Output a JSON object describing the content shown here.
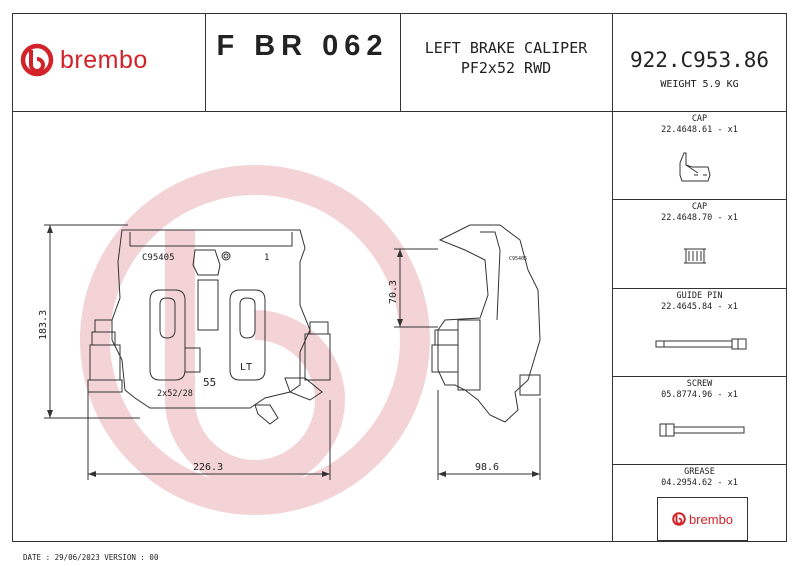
{
  "header": {
    "brand": "brembo",
    "product_code": "F BR 062",
    "description_line1": "LEFT BRAKE CALIPER",
    "description_line2": "PF2x52 RWD",
    "part_number": "922.C953.86",
    "weight": "WEIGHT 5.9 KG"
  },
  "drawing": {
    "casting_mark": "C95405",
    "mark_1": "1",
    "mark_55": "55",
    "mark_lt": "LT",
    "piston_spec": "2x52/28",
    "side_mark": "C95405",
    "dim_width": "226.3",
    "dim_height": "183.3",
    "dim_depth": "98.6",
    "dim_side_height": "70.3"
  },
  "components": [
    {
      "name": "CAP",
      "code": "22.4648.61 - x1",
      "icon": "cap-bracket-icon"
    },
    {
      "name": "CAP",
      "code": "22.4648.70 - x1",
      "icon": "cap-icon"
    },
    {
      "name": "GUIDE PIN",
      "code": "22.4645.84 - x1",
      "icon": "guide-pin-icon"
    },
    {
      "name": "SCREW",
      "code": "05.8774.96 - x1",
      "icon": "screw-icon"
    },
    {
      "name": "GREASE",
      "code": "04.2954.62 - x1",
      "icon": "grease-package-icon",
      "brand": "brembo"
    }
  ],
  "footer": {
    "text": "DATE : 29/06/2023 VERSION : 00"
  },
  "colors": {
    "brand_red": "#d2232a",
    "watermark": "#f4d4d6",
    "line": "#333333"
  }
}
